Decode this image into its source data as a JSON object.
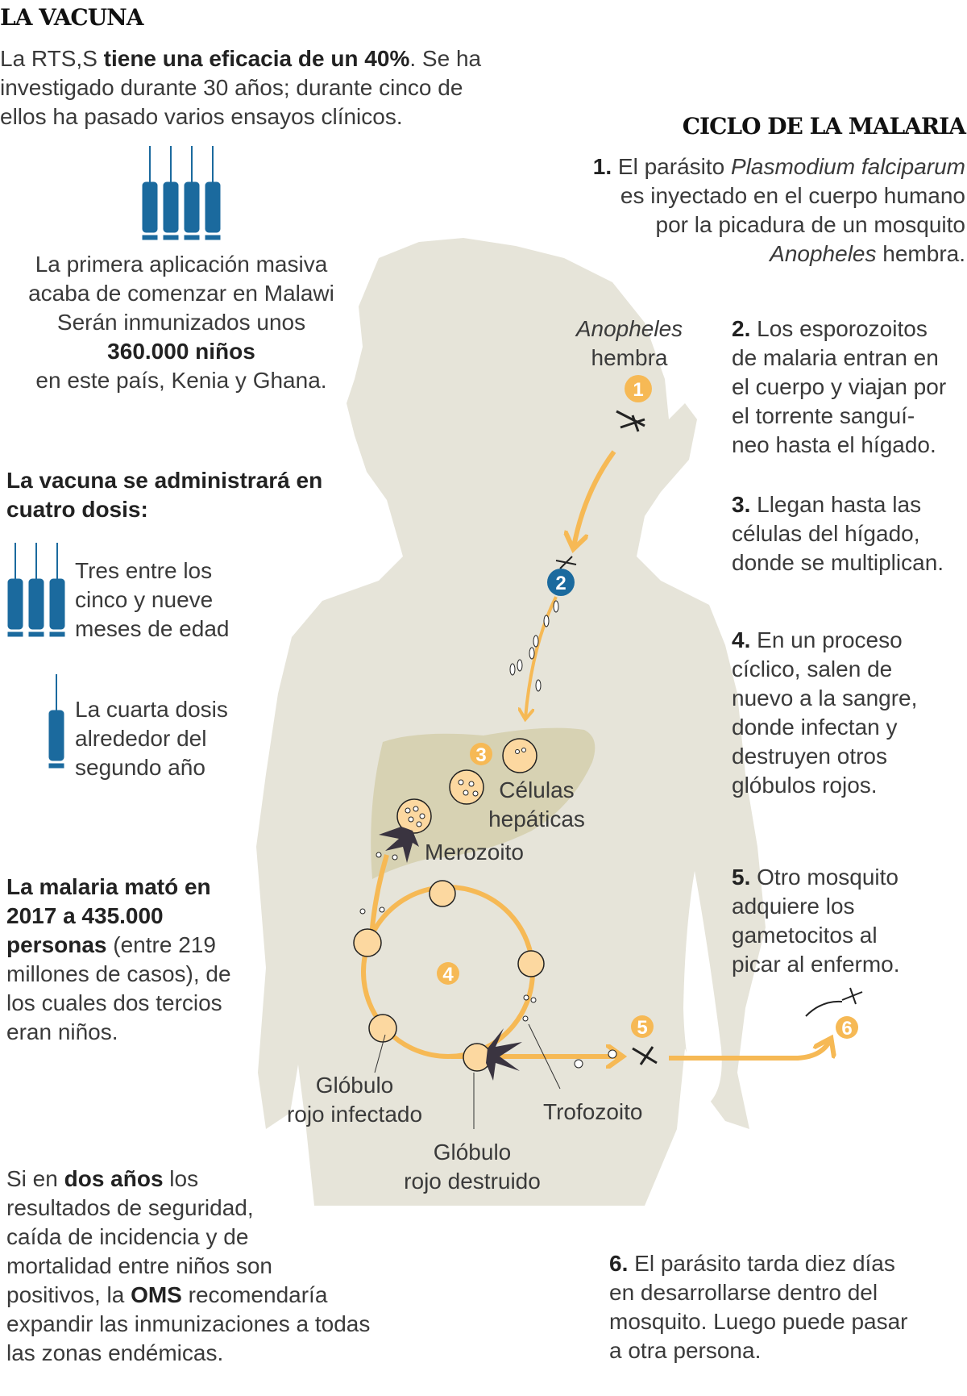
{
  "left": {
    "title": "LA VACUNA",
    "intro": [
      "La RTS,S ",
      "tiene una eficacia de un 40%",
      ". Se ha",
      "investigado durante 30 años; durante cinco de",
      "ellos ha pasado varios ensayos clínicos."
    ],
    "rollout": [
      "La primera aplicación masiva",
      "acaba de comenzar en Malawi",
      "Serán inmunizados unos",
      "360.000 niños",
      "en este país, Kenia y Ghana."
    ],
    "doses_heading": [
      "La vacuna se administrará en",
      "cuatro dosis:"
    ],
    "dose1": [
      "Tres entre los",
      "cinco y nueve",
      "meses de edad"
    ],
    "dose2": [
      "La cuarta dosis",
      "alrededor del",
      "segundo año"
    ],
    "deaths": [
      "La malaria mató en",
      "2017 a 435.000",
      "personas",
      " (entre 219",
      "millones de casos), de",
      "los cuales dos tercios",
      "eran niños."
    ],
    "outlook": [
      "Si en ",
      "dos años",
      " los",
      "resultados de seguridad,",
      "caída de incidencia y de",
      "mortalidad entre niños son",
      "positivos, la ",
      "OMS",
      " recomendaría",
      "expandir las inmunizaciones a todas",
      "las zonas endémicas."
    ]
  },
  "right": {
    "title": "CICLO DE LA MALARIA",
    "step1": [
      "1.",
      "El parásito ",
      "Plasmodium falciparum",
      "es inyectado en el cuerpo humano",
      "por la picadura de un mosquito",
      "Anopheles",
      " hembra."
    ],
    "step2": [
      "2.",
      "Los esporozoitos",
      "de malaria entran en",
      "el cuerpo y viajan por",
      "el torrente sanguí-",
      "neo hasta el hígado."
    ],
    "step3": [
      "3.",
      "Llegan hasta las",
      "células del hígado,",
      "donde se multiplican."
    ],
    "step4": [
      "4.",
      "En un proceso",
      "cíclico, salen de",
      "nuevo a la sangre,",
      "donde infectan y",
      "destruyen otros",
      "glóbulos rojos."
    ],
    "step5": [
      "5.",
      "Otro mosquito",
      "adquiere los",
      "gametocitos al",
      "picar al enfermo."
    ],
    "step6": [
      "6.",
      "El parásito tarda diez días",
      "en desarrollarse dentro del",
      "mosquito. Luego puede pasar",
      "a otra persona."
    ]
  },
  "diagram": {
    "mosquito_label": [
      "Anopheles",
      "hembra"
    ],
    "liver_cells": [
      "Células",
      "hepáticas"
    ],
    "merozoite": "Merozoito",
    "infected": [
      "Glóbulo",
      "rojo infectado"
    ],
    "trophozoite": "Trofozoito",
    "destroyed": [
      "Glóbulo",
      "rojo destruido"
    ],
    "numbers": [
      "1",
      "2",
      "3",
      "4",
      "5",
      "6"
    ]
  },
  "colors": {
    "orange": "#f6b955",
    "blue": "#1b6a9e",
    "silhouette": "#e6e4d9",
    "liver": "#d7d2b3",
    "cell": "#fcd8a0"
  }
}
